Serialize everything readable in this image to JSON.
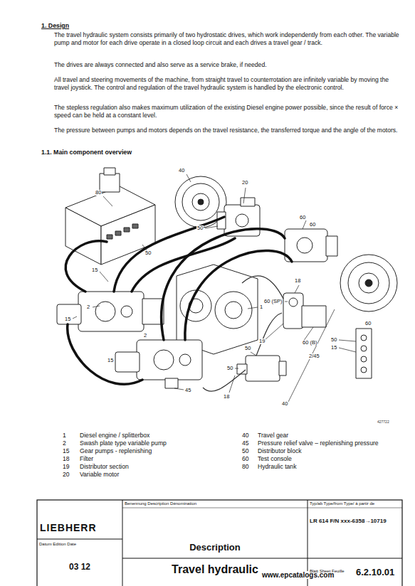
{
  "diagram": {
    "title": "1. Design",
    "labels": [
      "The travel hydraulic system consists primarily of two hydrostatic drives, which work independently from each other. The variable pump and motor for each drive operate in a closed loop circuit and each drives a travel gear / track.",
      "The drives are always connected and also serve as a service brake, if needed.",
      "All travel and steering movements of the machine, from straight travel to counterrotation are infinitely variable by moving the travel joystick. The control and regulation of the travel hydraulic system is handled by the electronic control.",
      "The stepless regulation also makes maximum utilization of the existing Diesel engine power possible, since the result of force × speed can be held at a constant level.",
      "The pressure between pumps and motors depends on the travel resistance, the transferred torque and the angle of the motors.",
      "1.1. Main component overview",
      "80",
      "40",
      "20",
      "50",
      "60",
      "60",
      "50",
      "15",
      "2",
      "15",
      "1",
      "18",
      "60 (SP)",
      "19",
      "60 (B)",
      "2/45",
      "60",
      "50",
      "15",
      "2",
      "15",
      "50",
      "50",
      "45",
      "18",
      "40",
      "427722",
      "1",
      "Diesel engine / splitterbox",
      "2",
      "Swash plate type variable pump",
      "15",
      "Gear pumps - replenishing",
      "18",
      "Filter",
      "19",
      "Distributor section",
      "20",
      "Variable motor",
      "40",
      "Travel gear",
      "45",
      "Pressure relief valve – replenishing pressure",
      "50",
      "Distributor block",
      "60",
      "Test console",
      "80",
      "Hydraulic tank",
      "LIEBHERR",
      "Datum Edition Date",
      "03 12",
      "Benennung Description Dénomination",
      "Description",
      "Travel hydraulic",
      "Typ/ab Type/from Type/ à partir de",
      "LR 614 F/N xxx-6358→10719",
      "www.epcatalogs.com",
      "Blatt Sheet Feuille",
      "6.2.10.01"
    ]
  }
}
